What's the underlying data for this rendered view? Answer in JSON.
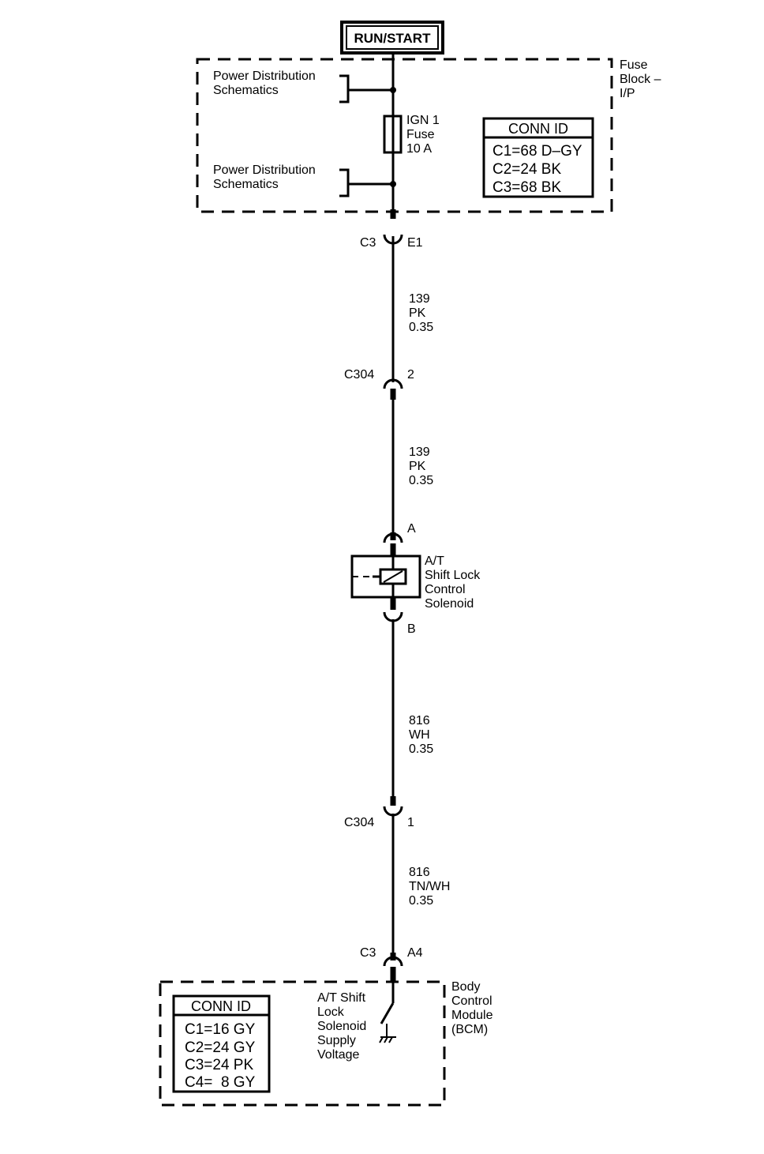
{
  "source": {
    "label": "RUN/START"
  },
  "fuse_block": {
    "name_lines": [
      "Fuse",
      "Block –",
      "I/P"
    ],
    "power_ref_top": [
      "Power Distribution",
      "Schematics"
    ],
    "power_ref_bottom": [
      "Power Distribution",
      "Schematics"
    ],
    "fuse": {
      "lines": [
        "IGN 1",
        "Fuse",
        "10 A"
      ]
    },
    "conn_id": {
      "title": "CONN ID",
      "rows": [
        "C1=68 D–GY",
        "C2=24 BK",
        "C3=68 BK"
      ]
    }
  },
  "connectors": {
    "fb_c3": {
      "name": "C3",
      "pin": "E1"
    },
    "c304_top": {
      "name": "C304",
      "pin": "2"
    },
    "sol_a": {
      "pin": "A"
    },
    "sol_b": {
      "pin": "B"
    },
    "c304_bottom": {
      "name": "C304",
      "pin": "1"
    },
    "bcm_c3": {
      "name": "C3",
      "pin": "A4"
    }
  },
  "wires": [
    {
      "circuit": "139",
      "color": "PK",
      "gauge": "0.35"
    },
    {
      "circuit": "139",
      "color": "PK",
      "gauge": "0.35"
    },
    {
      "circuit": "816",
      "color": "WH",
      "gauge": "0.35"
    },
    {
      "circuit": "816",
      "color": "TN/WH",
      "gauge": "0.35"
    }
  ],
  "solenoid": {
    "lines": [
      "A/T",
      "Shift Lock",
      "Control",
      "Solenoid"
    ]
  },
  "bcm": {
    "name_lines": [
      "Body",
      "Control",
      "Module",
      "(BCM)"
    ],
    "switch_label": [
      "A/T Shift",
      "Lock",
      "Solenoid",
      "Supply",
      "Voltage"
    ],
    "conn_id": {
      "title": "CONN ID",
      "rows": [
        "C1=16 GY",
        "C2=24 GY",
        "C3=24 PK",
        "C4=  8 GY"
      ]
    }
  }
}
